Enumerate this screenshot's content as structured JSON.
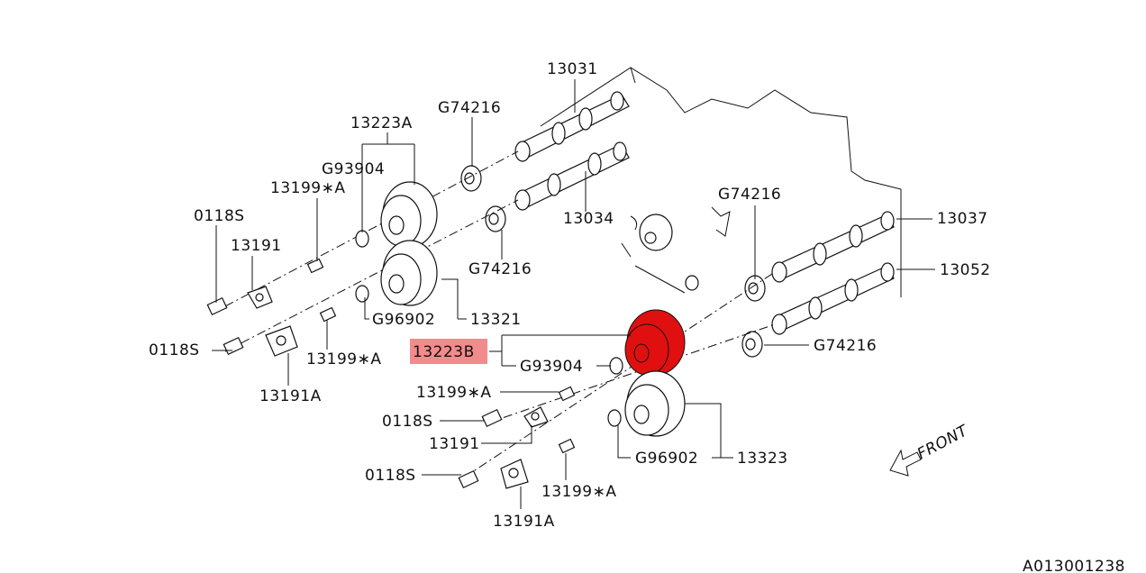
{
  "diagram_id": "A013001238",
  "highlight_color": "#f28b8b",
  "highlight_part_color": "#e01010",
  "front_label": "FRONT",
  "labels": {
    "p13031": "13031",
    "g74216_a": "G74216",
    "p13223a": "13223A",
    "g93904_a": "G93904",
    "p13199a_1": "13199∗A",
    "p0118s_1": "0118S",
    "p13191_1": "13191",
    "p13034": "13034",
    "g74216_b": "G74216",
    "g96902_a": "G96902",
    "p13321": "13321",
    "p0118s_2": "0118S",
    "p13199a_2": "13199∗A",
    "p13191a_1": "13191A",
    "g74216_c": "G74216",
    "p13037": "13037",
    "p13052": "13052",
    "g74216_d": "G74216",
    "p13223b": "13223B",
    "g93904_b": "G93904",
    "p13199a_3": "13199∗A",
    "p0118s_3": "0118S",
    "p13191_2": "13191",
    "g96902_b": "G96902",
    "p13323": "13323",
    "p0118s_4": "0118S",
    "p13199a_4": "13199∗A",
    "p13191a_2": "13191A"
  }
}
